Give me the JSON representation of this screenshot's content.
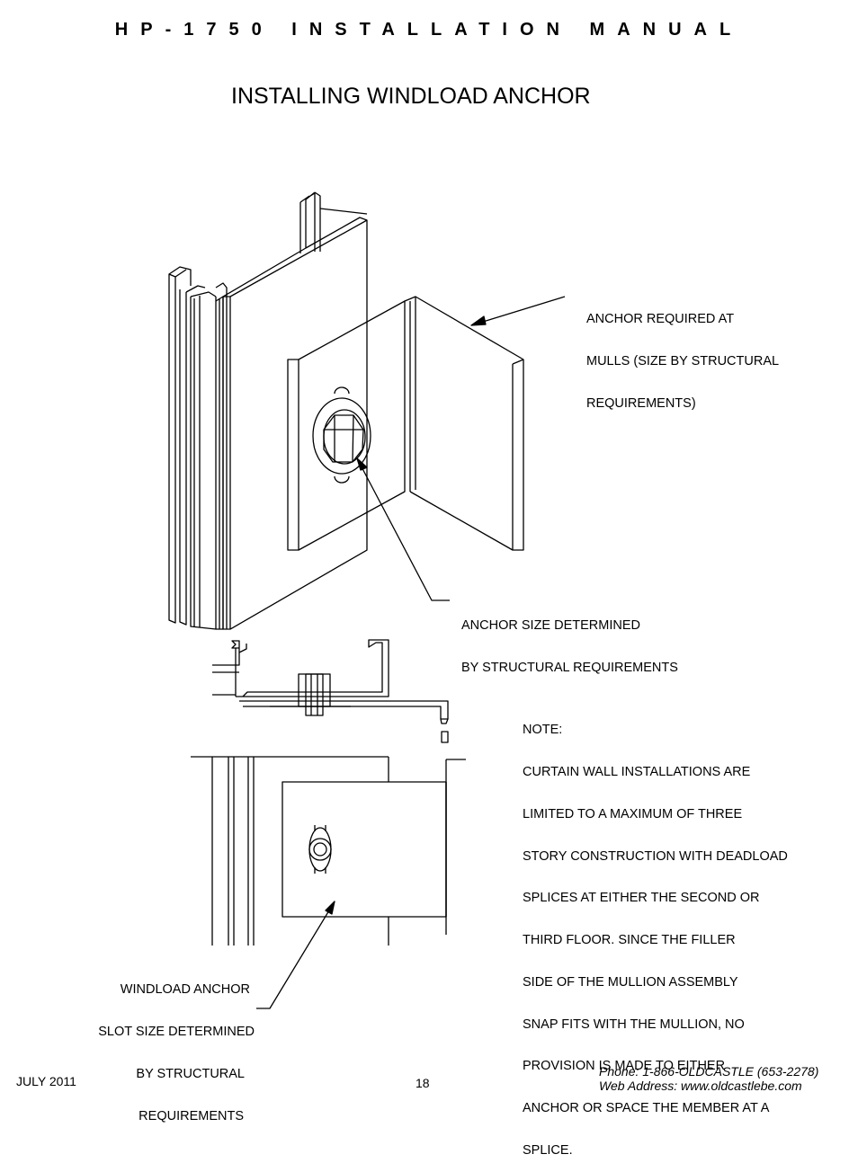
{
  "header": "HP-1750 INSTALLATION MANUAL",
  "title": "INSTALLING WINDLOAD ANCHOR",
  "callouts": {
    "anchor_required": [
      "ANCHOR REQUIRED AT",
      "MULLS (SIZE BY STRUCTURAL",
      "REQUIREMENTS)"
    ],
    "anchor_size": [
      "ANCHOR SIZE DETERMINED",
      "BY STRUCTURAL REQUIREMENTS"
    ],
    "slot_size": [
      "WINDLOAD ANCHOR",
      "SLOT SIZE DETERMINED",
      "BY STRUCTURAL",
      "REQUIREMENTS"
    ]
  },
  "note": {
    "heading": "NOTE:",
    "lines": [
      "CURTAIN WALL INSTALLATIONS ARE",
      "LIMITED TO A MAXIMUM OF THREE",
      "STORY CONSTRUCTION WITH DEADLOAD",
      "SPLICES AT EITHER THE SECOND OR",
      "THIRD FLOOR. SINCE THE FILLER",
      "SIDE OF THE MULLION ASSEMBLY",
      "SNAP FITS WITH THE MULLION, NO",
      "PROVISION IS MADE TO EITHER",
      "ANCHOR OR SPACE THE MEMBER AT A",
      "SPLICE."
    ]
  },
  "footer": {
    "date": "JULY 2011",
    "page": "18",
    "phone": "Phone: 1-866-OLDCASTLE (653-2278)",
    "web": "Web Address: www.oldcastlebe.com"
  }
}
